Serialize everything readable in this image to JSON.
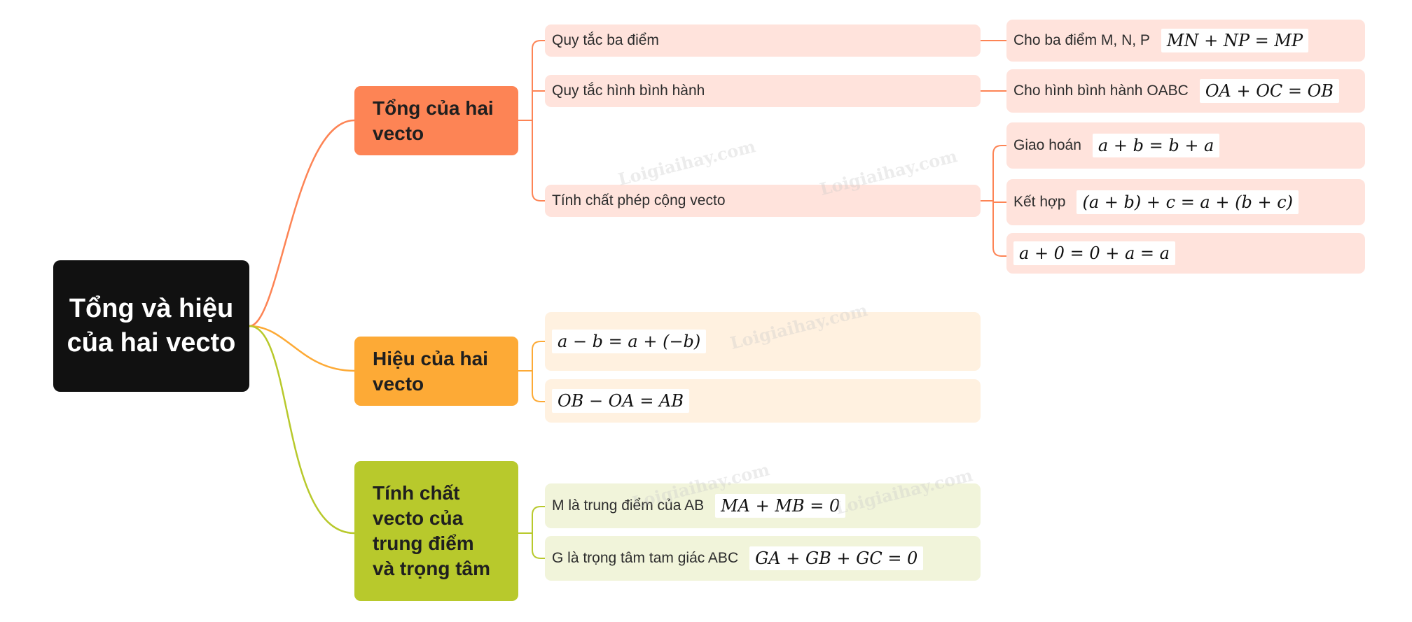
{
  "root": {
    "label": "Tổng và hiệu của hai vecto"
  },
  "colors": {
    "sum": "#fd8455",
    "diff": "#fdaa36",
    "props": "#b8c92c",
    "sum_leaf": "#ffe3dc",
    "diff_leaf": "#fff1e0",
    "props_leaf": "#f1f4da"
  },
  "branches": {
    "sum": {
      "label": "Tổng của hai vecto",
      "leaves": {
        "three_point": {
          "label": "Quy tắc ba điểm",
          "detail": {
            "label": "Cho ba điểm M, N, P",
            "formula": "MN + NP = MP"
          }
        },
        "parallelogram": {
          "label": "Quy tắc hình bình hành",
          "detail": {
            "label": "Cho hình bình hành OABC",
            "formula": "OA + OC = OB"
          }
        },
        "properties": {
          "label": "Tính chất phép cộng vecto",
          "details": {
            "commutative": {
              "label": "Giao hoán",
              "formula": "a + b = b + a"
            },
            "associative": {
              "label": "Kết hợp",
              "formula": "(a + b) + c = a + (b + c)"
            },
            "zero": {
              "label": "",
              "formula": "a + 0 = 0 + a = a"
            }
          }
        }
      }
    },
    "diff": {
      "label": "Hiệu của hai vecto",
      "leaves": {
        "definition": {
          "formula": "a − b = a + (−b)"
        },
        "rule": {
          "formula": "OB − OA = AB"
        }
      }
    },
    "props": {
      "label": "Tính chất vecto của trung điểm và trọng tâm",
      "leaves": {
        "midpoint": {
          "label": "M là trung điểm của AB",
          "formula": "MA + MB = 0"
        },
        "centroid": {
          "label": "G là trọng tâm tam giác ABC",
          "formula": "GA + GB + GC = 0"
        }
      }
    }
  },
  "watermark": "Loigiaihay.com"
}
